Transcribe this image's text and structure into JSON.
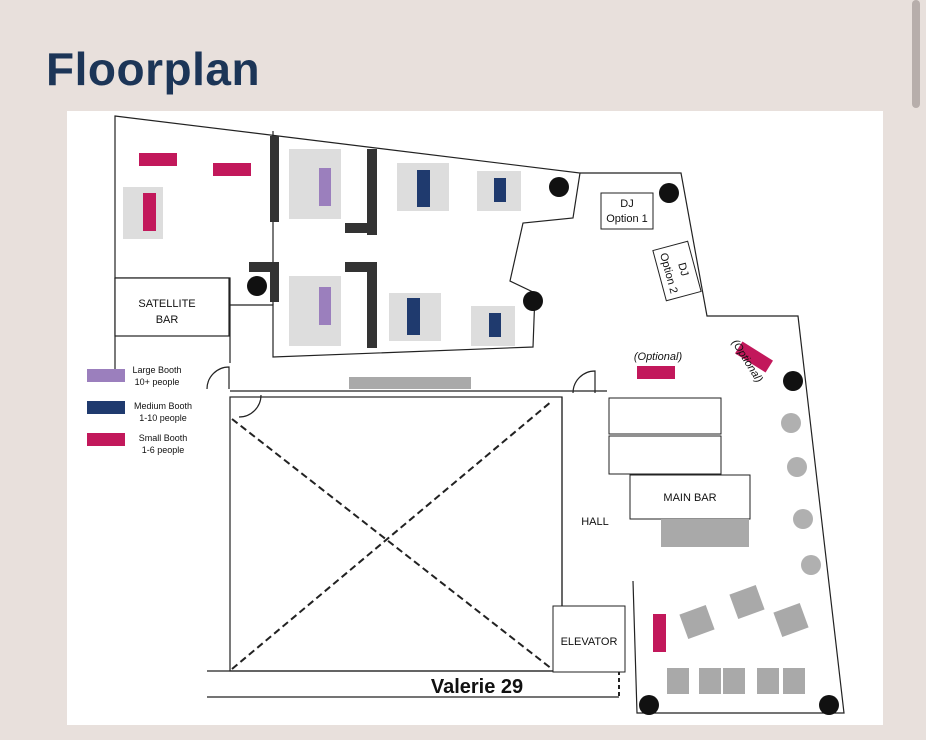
{
  "page": {
    "title": "Floorplan"
  },
  "colors": {
    "large_booth": "#9b7fbd",
    "medium_booth": "#1f3a6e",
    "small_booth": "#c2185b",
    "title": "#1c3557"
  },
  "legend": [
    {
      "label": "Large Booth",
      "capacity": "10+ people"
    },
    {
      "label": "Medium Booth",
      "capacity": "1-10 people"
    },
    {
      "label": "Small Booth",
      "capacity": "1-6 people"
    }
  ],
  "rooms": {
    "satellite_bar_line1": "SATELLITE",
    "satellite_bar_line2": "BAR",
    "dj1_line1": "DJ",
    "dj1_line2": "Option 1",
    "dj2_line1": "DJ",
    "dj2_line2": "Option 2",
    "optional_a": "(Optional)",
    "optional_b": "(Optional)",
    "main_bar": "MAIN BAR",
    "hall": "HALL",
    "elevator": "ELEVATOR",
    "street": "Valerie 29"
  }
}
